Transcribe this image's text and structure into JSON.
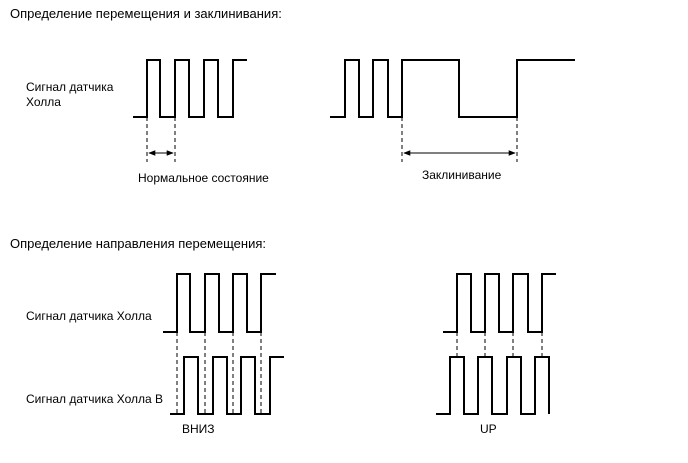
{
  "section1": {
    "title": "Определение перемещения и заклинивания:",
    "signal_label_line1": "Сигнал датчика",
    "signal_label_line2": "Холла",
    "normal_label": "Нормальное состояние",
    "jam_label": "Заклинивание"
  },
  "section2": {
    "title": "Определение направления перемещения:",
    "signal_a_label": "Сигнал датчика Холла",
    "signal_b_label": "Сигнал датчика Холла B",
    "down_label": "ВНИЗ",
    "up_label": "UP"
  }
}
